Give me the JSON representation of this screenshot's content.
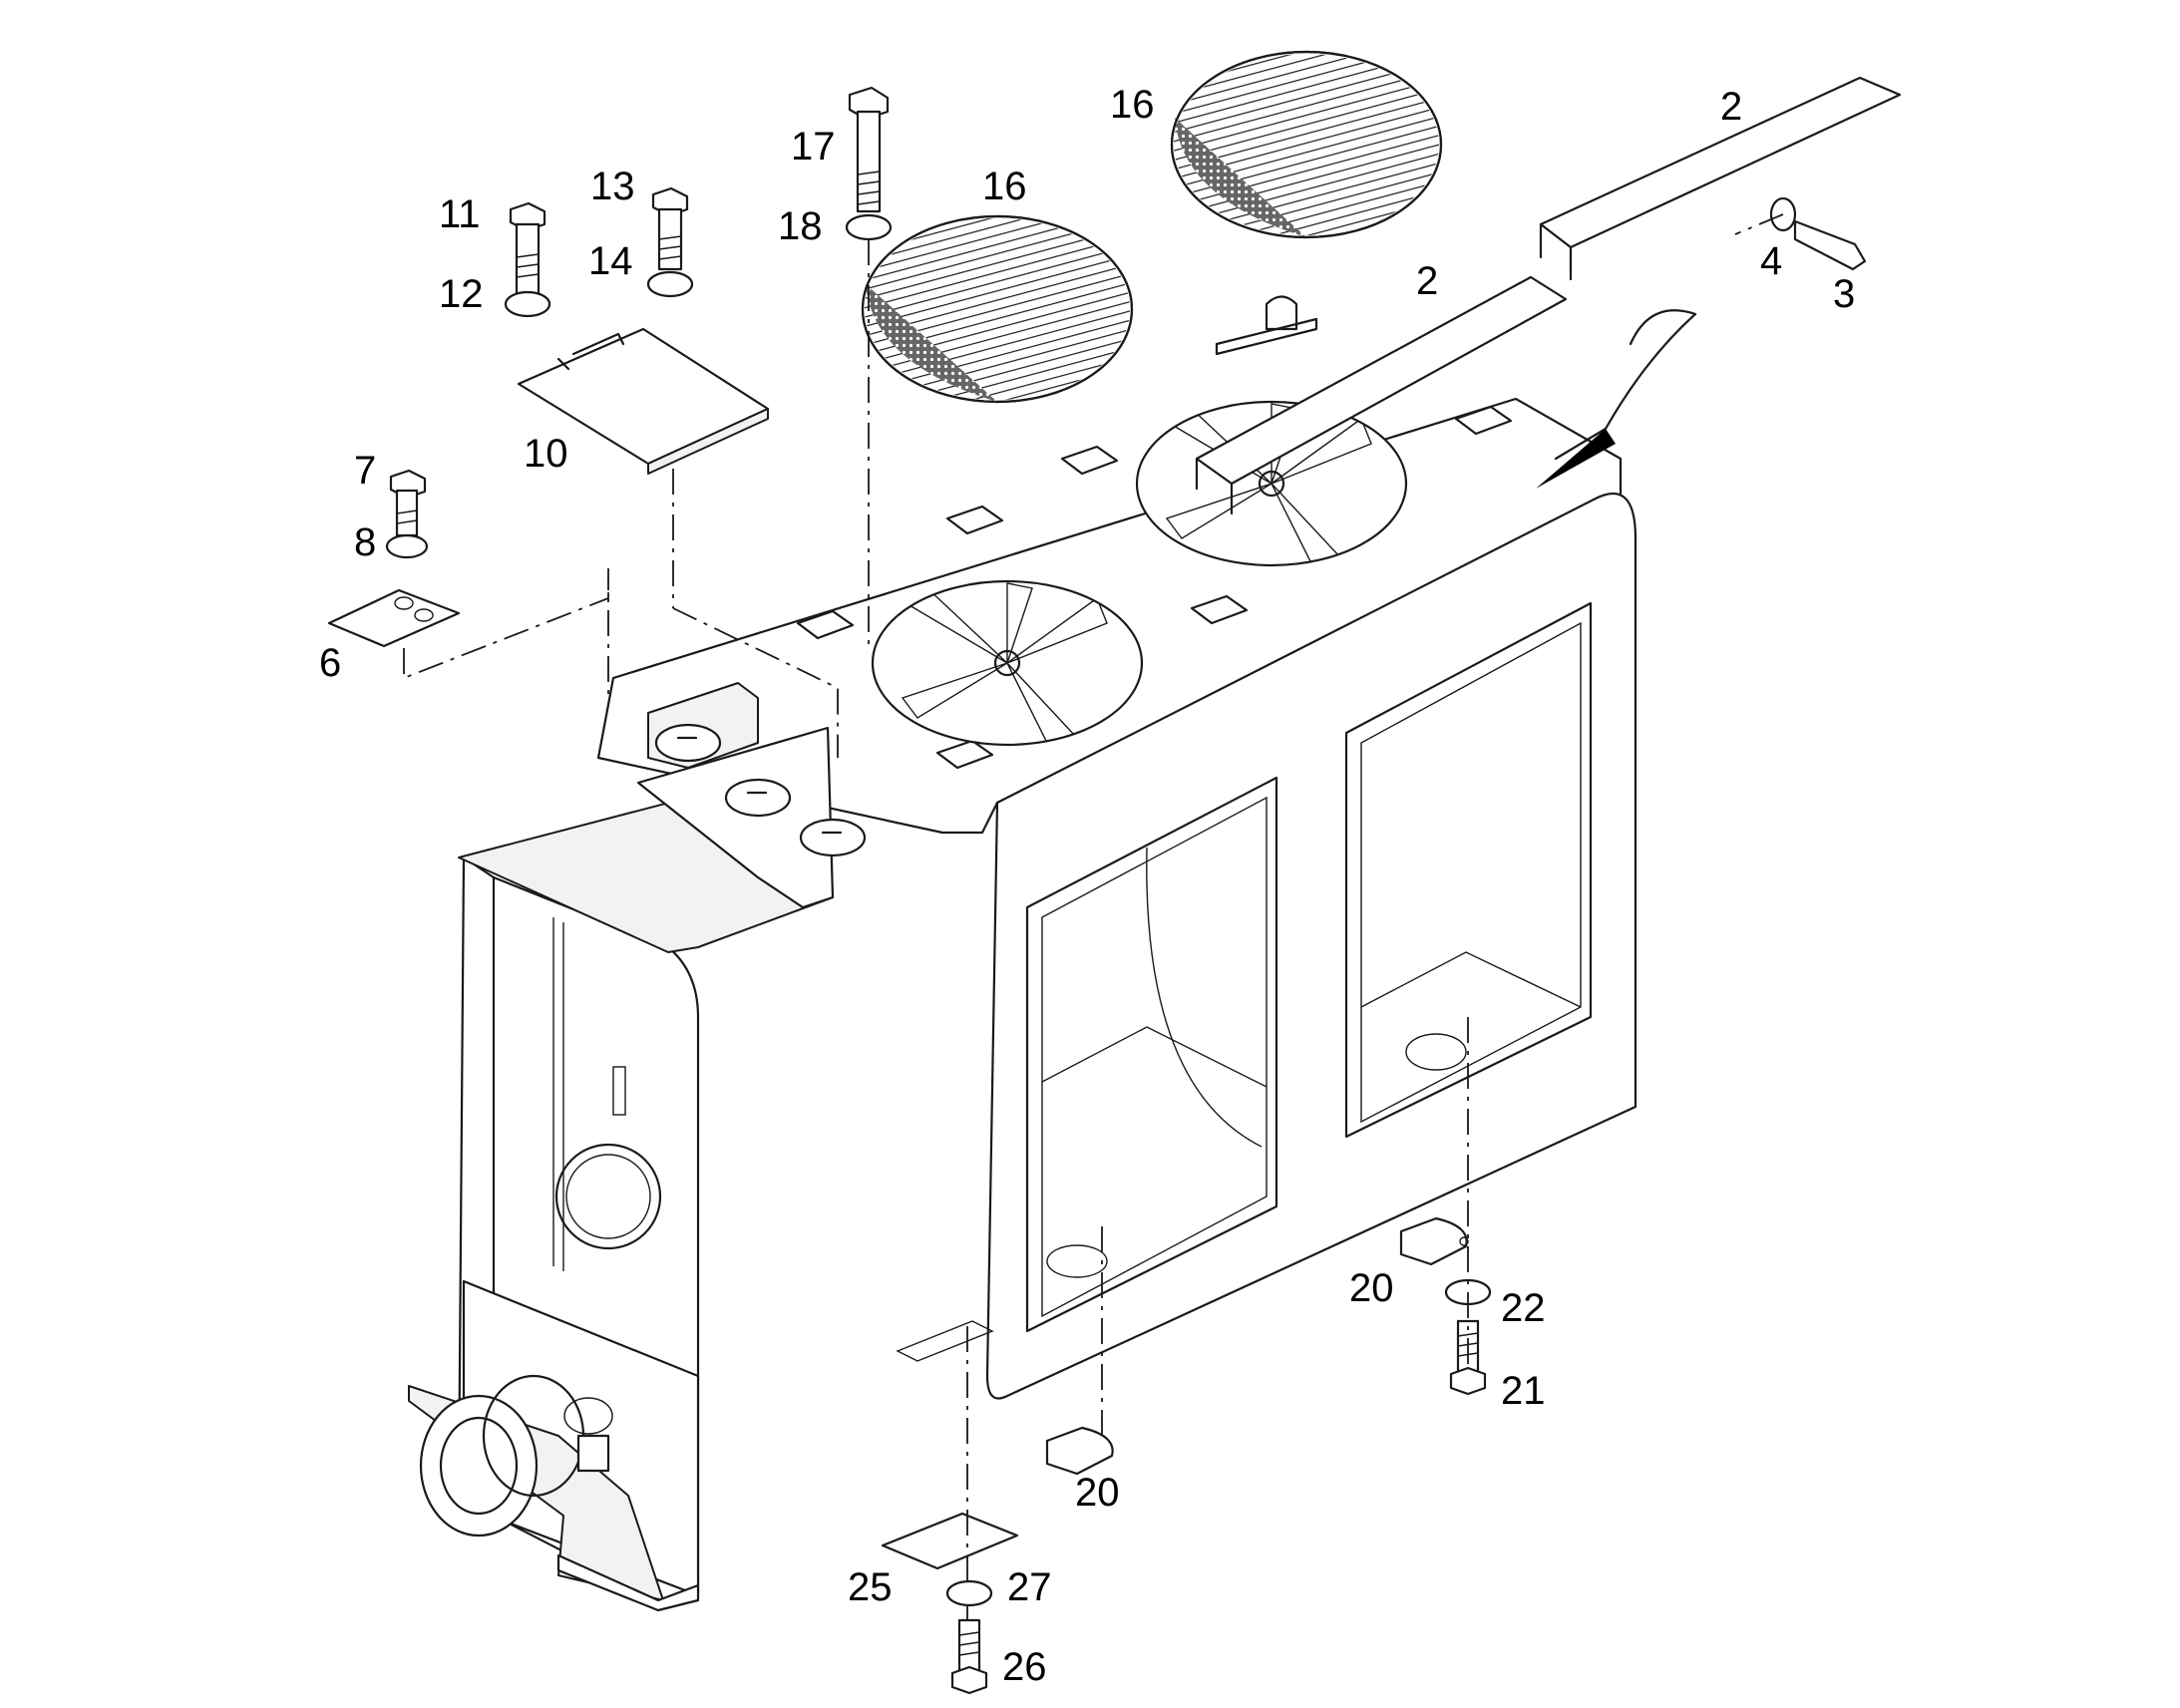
{
  "callouts": [
    {
      "id": "c2a",
      "label": "2"
    },
    {
      "id": "c2b",
      "label": "2"
    },
    {
      "id": "c3",
      "label": "3"
    },
    {
      "id": "c4",
      "label": "4"
    },
    {
      "id": "c6",
      "label": "6"
    },
    {
      "id": "c7",
      "label": "7"
    },
    {
      "id": "c8",
      "label": "8"
    },
    {
      "id": "c10",
      "label": "10"
    },
    {
      "id": "c11",
      "label": "11"
    },
    {
      "id": "c12",
      "label": "12"
    },
    {
      "id": "c13",
      "label": "13"
    },
    {
      "id": "c14",
      "label": "14"
    },
    {
      "id": "c16a",
      "label": "16"
    },
    {
      "id": "c16b",
      "label": "16"
    },
    {
      "id": "c17",
      "label": "17"
    },
    {
      "id": "c18",
      "label": "18"
    },
    {
      "id": "c20a",
      "label": "20"
    },
    {
      "id": "c20b",
      "label": "20"
    },
    {
      "id": "c21",
      "label": "21"
    },
    {
      "id": "c22",
      "label": "22"
    },
    {
      "id": "c25",
      "label": "25"
    },
    {
      "id": "c26",
      "label": "26"
    },
    {
      "id": "c27",
      "label": "27"
    }
  ],
  "colors": {
    "line": "#1a1a1a",
    "background": "#ffffff"
  }
}
